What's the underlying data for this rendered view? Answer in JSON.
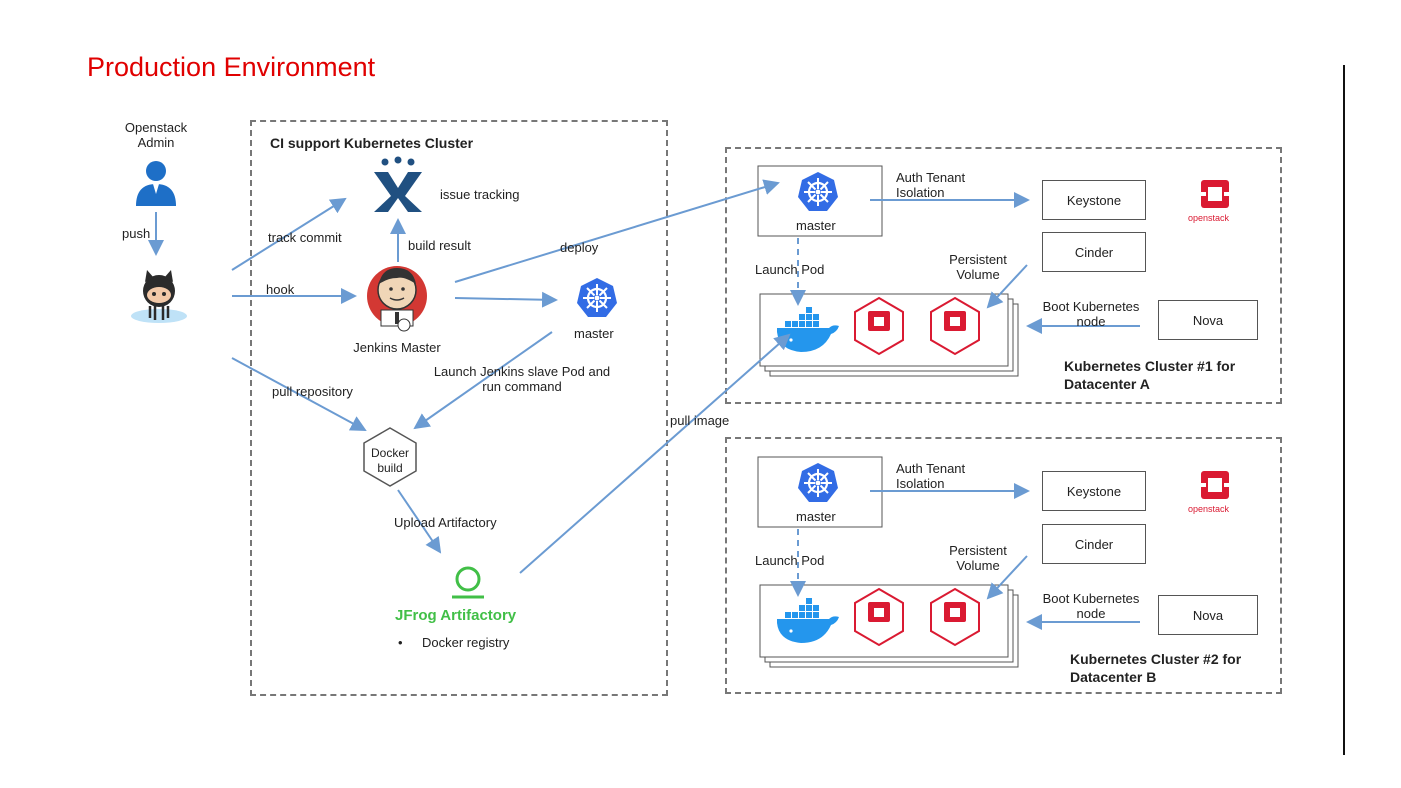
{
  "title": "Production Environment",
  "admin_label": "Openstack Admin",
  "push_label": "push",
  "ci_cluster": {
    "title": "CI support Kubernetes Cluster",
    "issue_tracking": "issue tracking",
    "track_commit": "track commit",
    "build_result": "build result",
    "hook": "hook",
    "jenkins_master": "Jenkins Master",
    "deploy": "deploy",
    "master": "master",
    "pull_repository": "pull repository",
    "launch_slave": "Launch Jenkins slave Pod and run command",
    "docker_build": "Docker build",
    "upload_artifactory": "Upload Artifactory",
    "jfrog": "JFrog Artifactory",
    "docker_registry": "Docker registry",
    "bullet": "•"
  },
  "pull_image": "pull image",
  "clusters": [
    {
      "master": "master",
      "auth": "Auth Tenant Isolation",
      "keystone": "Keystone",
      "cinder": "Cinder",
      "persistent_volume": "Persistent Volume",
      "launch_pod": "Launch Pod",
      "boot_node": "Boot Kubernetes node",
      "nova": "Nova",
      "name": "Kubernetes Cluster #1 for Datacenter A",
      "openstack": "openstack"
    },
    {
      "master": "master",
      "auth": "Auth Tenant Isolation",
      "keystone": "Keystone",
      "cinder": "Cinder",
      "persistent_volume": "Persistent Volume",
      "launch_pod": "Launch Pod",
      "boot_node": "Boot Kubernetes node",
      "nova": "Nova",
      "name": "Kubernetes Cluster #2 for Datacenter B",
      "openstack": "openstack"
    }
  ],
  "colors": {
    "title": "#e00000",
    "arrow": "#6b9bd2",
    "k8s": "#326ce5",
    "openstack_red": "#da1a32",
    "jira": "#205081",
    "jfrog_green": "#41bf47",
    "docker": "#2496ed"
  }
}
